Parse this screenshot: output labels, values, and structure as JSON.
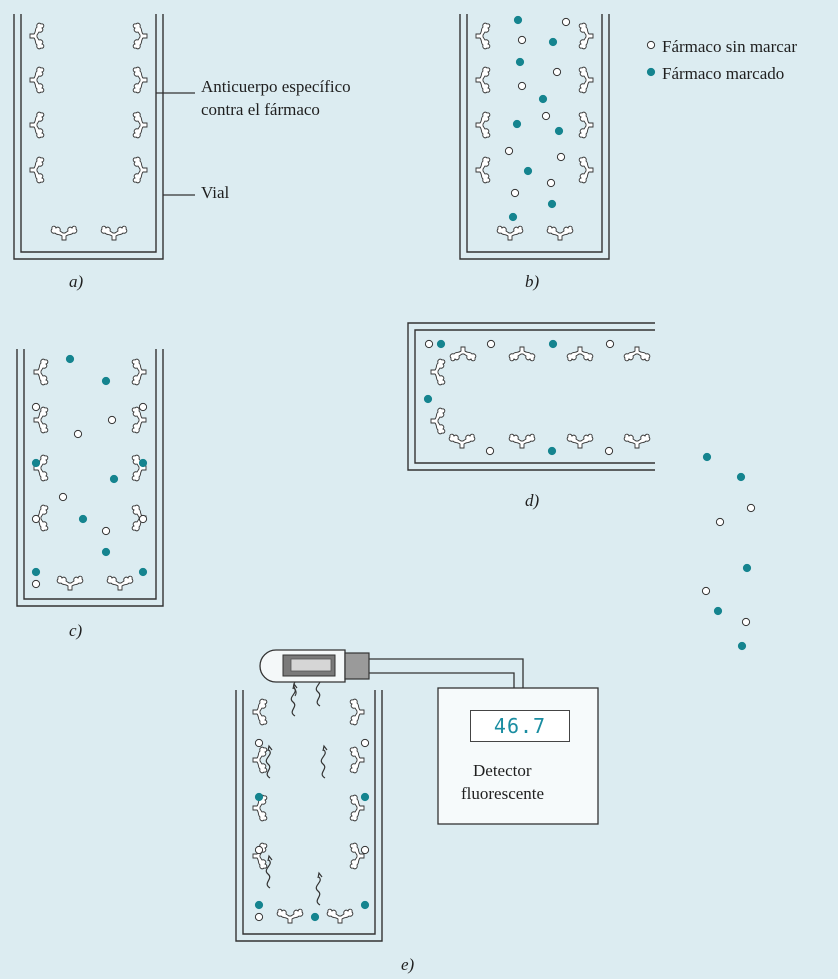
{
  "labels": {
    "antibody": [
      "Anticuerpo específico",
      "contra el fármaco"
    ],
    "vial": "Vial",
    "unlabeled_drug": "Fármaco sin marcar",
    "labeled_drug": "Fármaco marcado",
    "detector": [
      "Detector",
      "fluorescente"
    ],
    "detector_reading": "46.7"
  },
  "captions": {
    "a": "a)",
    "b": "b)",
    "c": "c)",
    "d": "d)",
    "e": "e)"
  },
  "colors": {
    "background": "#dcecf1",
    "labeled_dot": "#15848f",
    "unlabeled_dot": "#ffffff",
    "outline": "#333333",
    "display_text": "#1a8da1"
  }
}
